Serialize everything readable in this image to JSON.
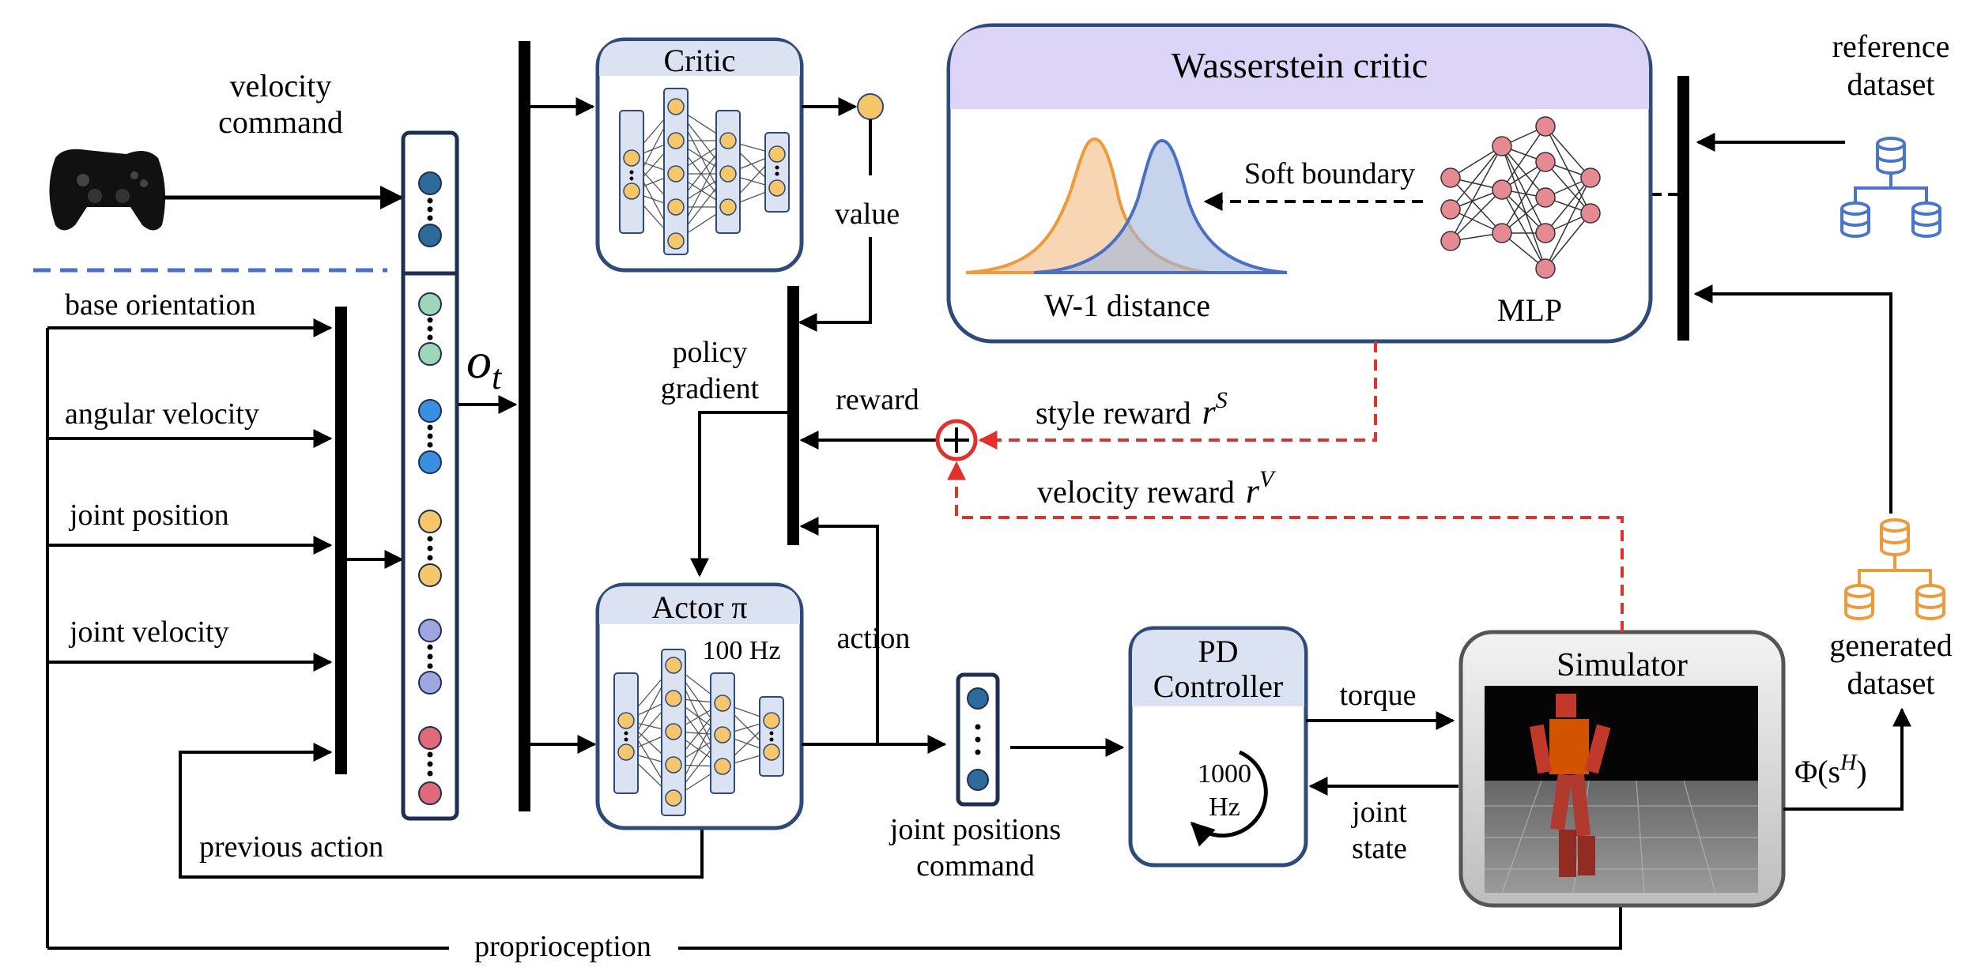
{
  "inputs": {
    "velocity_command": [
      "velocity",
      "command"
    ],
    "base_orientation": "base orientation",
    "angular_velocity": "angular velocity",
    "joint_position": "joint position",
    "joint_velocity": "joint velocity",
    "previous_action": "previous action",
    "proprioception": "proprioception"
  },
  "observation": {
    "symbol": "o",
    "subscript": "t"
  },
  "critic": {
    "title": "Critic",
    "value_label": "value"
  },
  "actor": {
    "title": "Actor π",
    "rate": "100 Hz"
  },
  "policy_gradient": [
    "policy",
    "gradient"
  ],
  "reward_label": "reward",
  "action_label": "action",
  "style_reward": {
    "label": "style reward",
    "symbol": "r",
    "superscript": "S"
  },
  "velocity_reward": {
    "label": "velocity reward",
    "symbol": "r",
    "superscript": "V"
  },
  "wasserstein": {
    "title": "Wasserstein critic",
    "soft_boundary": "Soft boundary",
    "distance_label": "W-1 distance",
    "mlp_label": "MLP"
  },
  "reference_dataset": [
    "reference",
    "dataset"
  ],
  "generated_dataset": [
    "generated",
    "dataset"
  ],
  "joint_command": [
    "joint positions",
    "command"
  ],
  "pd": {
    "title": [
      "PD",
      "Controller"
    ],
    "rate": [
      "1000",
      "Hz"
    ]
  },
  "torque_label": "torque",
  "joint_state": [
    "joint",
    "state"
  ],
  "simulator": {
    "title": "Simulator"
  },
  "phi": {
    "text": "Φ(s",
    "superscript": "H",
    "close": ")"
  },
  "colors": {
    "box_border": "#2e4a7a",
    "box_header": "#dbe3f3",
    "wass_header": "#ddd5f7",
    "reward_red": "#e0322b",
    "divider_blue": "#4a6fc4",
    "node_yellow": "#f5c76a",
    "node_pink": "#e58a92",
    "dataset_blue": "#4a76c9",
    "dataset_orange": "#ef9a3a"
  }
}
